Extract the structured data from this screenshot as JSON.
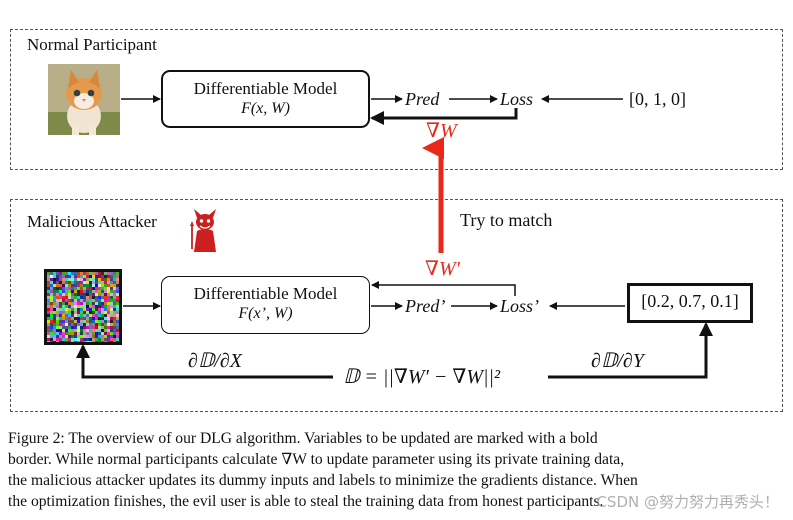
{
  "top_panel": {
    "title": "Normal Participant",
    "model_line1": "Differentiable Model",
    "model_line2": "F(x, W)",
    "pred": "Pred",
    "loss": "Loss",
    "label_value": "[0, 1, 0]",
    "gradient": "∇W"
  },
  "bottom_panel": {
    "title": "Malicious Attacker",
    "model_line1": "Differentiable Model",
    "model_line2": "F(x’, W)",
    "pred": "Pred’",
    "loss": "Loss’",
    "dummy_label_value": "[0.2, 0.7, 0.1]",
    "dummy_gradient": "∇W′",
    "try_to_match": "Try to match",
    "d_dx": "∂𝔻/∂X",
    "d_dy": "∂𝔻/∂Y",
    "distance": "𝔻 = ||∇W′ − ∇W||²"
  },
  "caption": {
    "line1": "Figure 2: The overview of our DLG algorithm. Variables to be updated are marked with a bold",
    "line2": "border. While normal participants calculate ∇W to update parameter using its private training data,",
    "line3": "the malicious attacker updates its dummy inputs and labels to minimize the gradients distance. When",
    "line4": "the optimization finishes, the evil user is able to steal the training data from honest participants."
  },
  "watermark": "CSDN @努力努力再秀头！",
  "colors": {
    "accent_red": "#e8281b",
    "ink": "#111111"
  },
  "icons": [
    "cat-photo",
    "devil-icon",
    "noise-image"
  ]
}
